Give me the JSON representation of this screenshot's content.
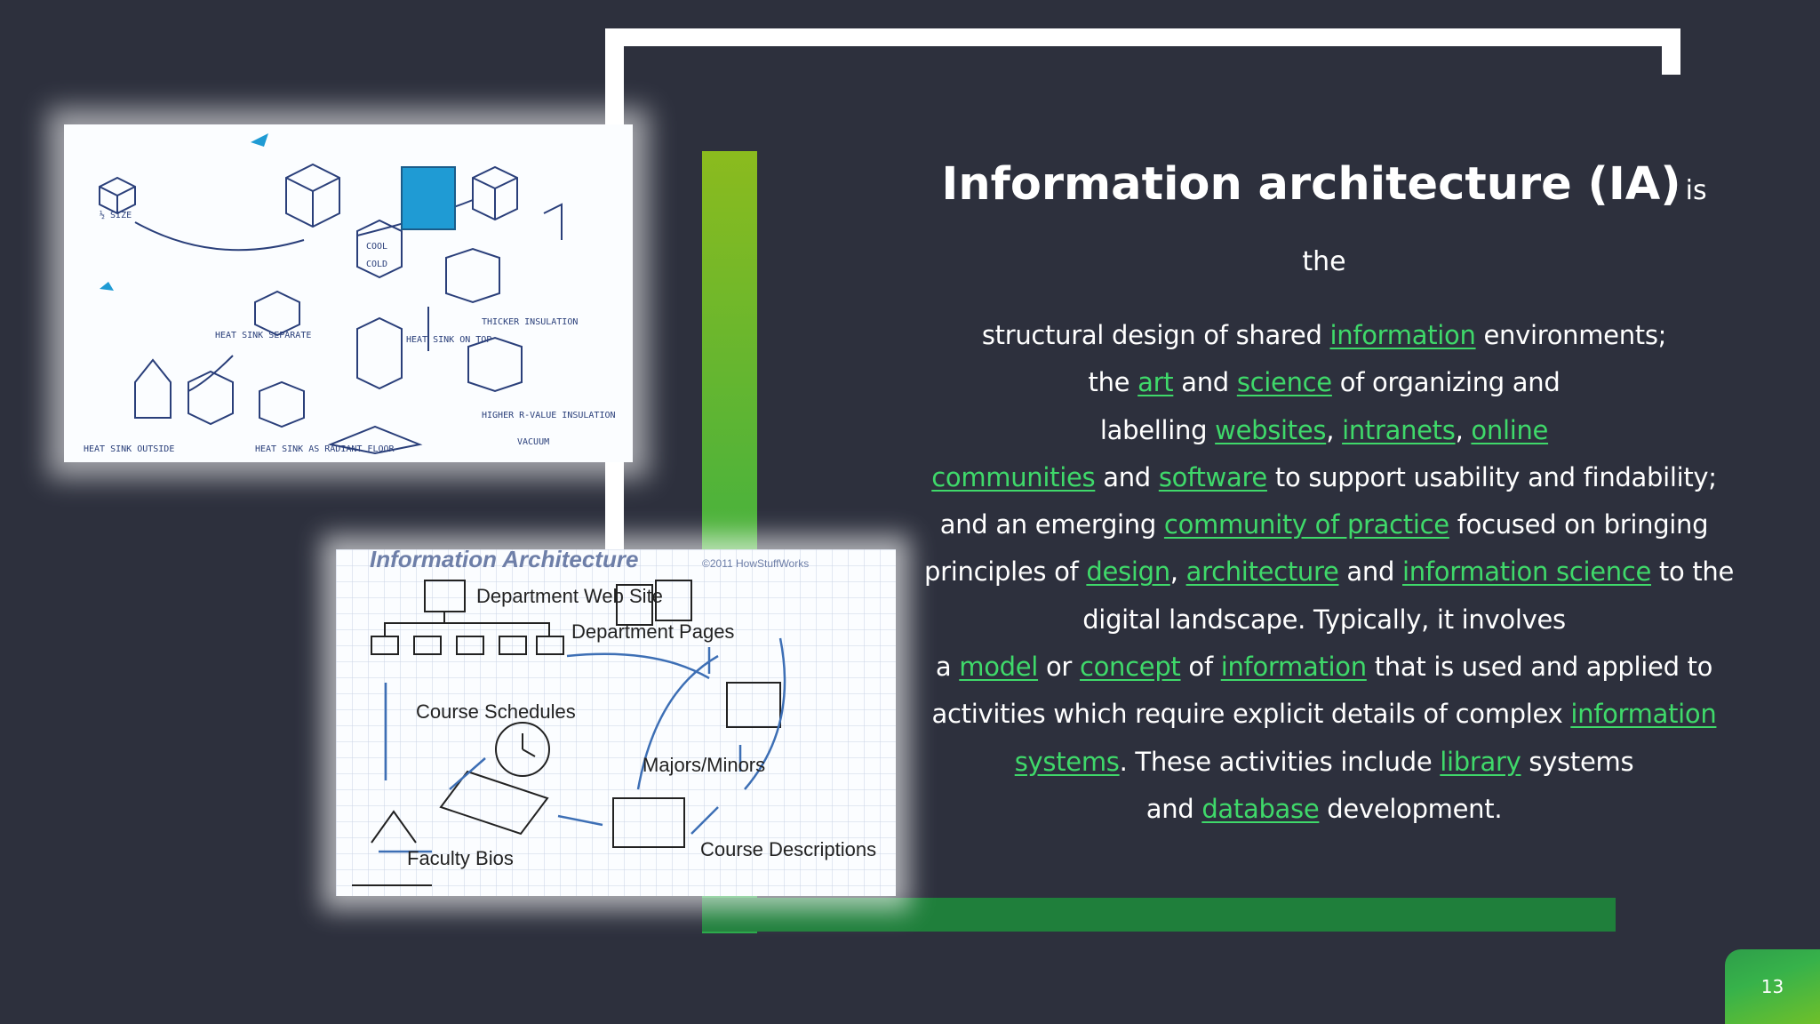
{
  "slide": {
    "page_number": "13",
    "heading": {
      "title": "Information architecture (IA)",
      "tail": "is the"
    },
    "lines": [
      [
        {
          "t": "structural design of shared "
        },
        {
          "t": "information",
          "link": true
        },
        {
          "t": " environments;"
        }
      ],
      [
        {
          "t": "the "
        },
        {
          "t": "art",
          "link": true
        },
        {
          "t": " and "
        },
        {
          "t": "science",
          "link": true
        },
        {
          "t": " of organizing and"
        }
      ],
      [
        {
          "t": "labelling "
        },
        {
          "t": "websites",
          "link": true
        },
        {
          "t": ", "
        },
        {
          "t": "intranets",
          "link": true
        },
        {
          "t": ", "
        },
        {
          "t": "online",
          "link": true
        }
      ],
      [
        {
          "t": "communities",
          "link": true
        },
        {
          "t": " and "
        },
        {
          "t": "software",
          "link": true
        },
        {
          "t": " to support usability and findability;"
        }
      ],
      [
        {
          "t": "and an emerging "
        },
        {
          "t": "community of practice",
          "link": true
        },
        {
          "t": " focused on bringing"
        }
      ],
      [
        {
          "t": "principles of "
        },
        {
          "t": "design",
          "link": true
        },
        {
          "t": ", "
        },
        {
          "t": "architecture",
          "link": true
        },
        {
          "t": " and "
        },
        {
          "t": "information science",
          "link": true
        },
        {
          "t": " to the"
        }
      ],
      [
        {
          "t": "digital landscape. Typically, it involves"
        }
      ],
      [
        {
          "t": "a "
        },
        {
          "t": "model",
          "link": true
        },
        {
          "t": " or "
        },
        {
          "t": "concept",
          "link": true
        },
        {
          "t": " of "
        },
        {
          "t": "information",
          "link": true
        },
        {
          "t": " that is used and applied to"
        }
      ],
      [
        {
          "t": "activities which require explicit details of complex "
        },
        {
          "t": "information",
          "link": true
        }
      ],
      [
        {
          "t": "systems",
          "link": true
        },
        {
          "t": ". These activities include "
        },
        {
          "t": "library",
          "link": true
        },
        {
          "t": " systems"
        }
      ],
      [
        {
          "t": "and "
        },
        {
          "t": "database",
          "link": true
        },
        {
          "t": " development."
        }
      ]
    ]
  },
  "sketch_image": {
    "labels": [
      "½ SIZE",
      "HEAT SINK SEPARATE",
      "THICKER INSULATION",
      "HIGHER R-VALUE INSULATION",
      "HEAT SINK OUTSIDE",
      "HEAT SINK AS RADIANT FLOOR",
      "VACUUM",
      "COOL",
      "COLD",
      "HEAT SINK ON TOP"
    ]
  },
  "ia_diagram_image": {
    "title": "Information Architecture",
    "copyright": "©2011 HowStuffWorks",
    "labels": [
      "Department Web Site",
      "Department Pages",
      "Course Schedules",
      "Majors/Minors",
      "Faculty Bios",
      "Course Descriptions"
    ]
  },
  "colors": {
    "background": "#2d303d",
    "link": "#3fd96a",
    "accent_green": "#1f7f3b",
    "frame": "#ffffff"
  }
}
